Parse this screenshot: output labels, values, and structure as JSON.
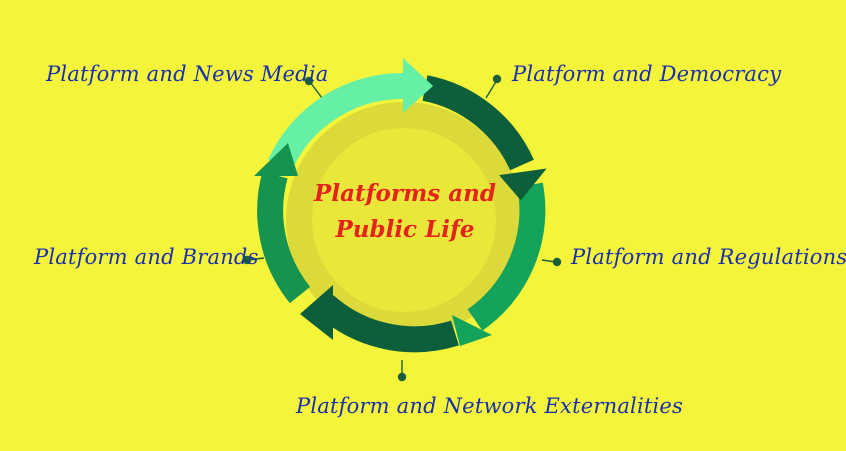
{
  "center": {
    "line1": "Platforms and",
    "line2": "Public Life"
  },
  "labels": {
    "news_media": "Platform and News Media",
    "democracy": "Platform and Democracy",
    "brands": "Platform and Brands",
    "regulations": "Platform and Regulations",
    "network": "Platform and Network Externalities"
  },
  "colors": {
    "background": "#f4f53a",
    "label_text": "#1a2fb0",
    "center_text": "#e4231c",
    "arrow_light": "#66f0a6",
    "arrow_dark": "#0d5e3a",
    "arrow_mid": "#16934e",
    "arrow_green": "#14a35a"
  }
}
